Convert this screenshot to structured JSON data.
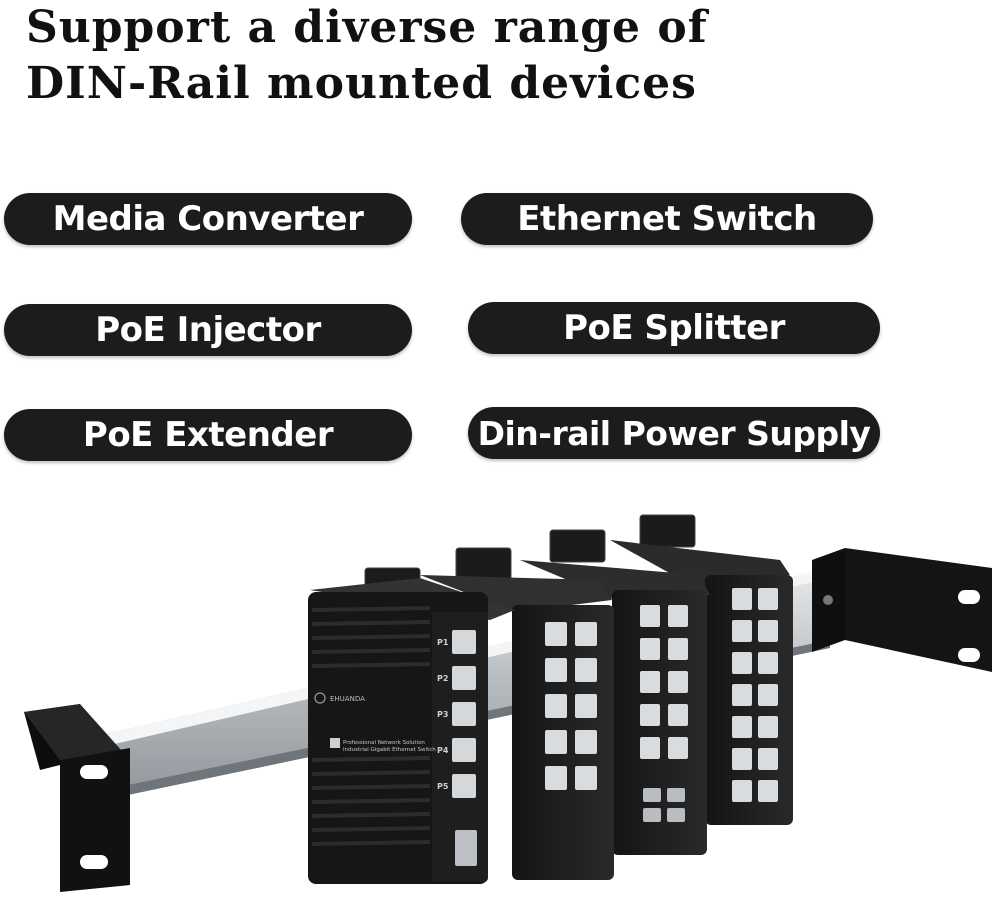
{
  "headline": {
    "line1": "Support a diverse range of",
    "line2": "DIN-Rail mounted devices"
  },
  "devices": [
    "Media Converter",
    "Ethernet Switch",
    "PoE Injector",
    "PoE Splitter",
    "PoE Extender",
    "Din-rail Power Supply"
  ],
  "photo": {
    "brand": "EHUANDA",
    "label_line1": "Professional Network Solution",
    "label_line2": "Industrial Gigabit Ethernet Switch",
    "port_labels": [
      "P1",
      "P2",
      "P3",
      "P4",
      "P5"
    ]
  },
  "colors": {
    "pill": "#1c1c1c",
    "device": "#1a1a1a",
    "rail": "#c8cccf"
  }
}
